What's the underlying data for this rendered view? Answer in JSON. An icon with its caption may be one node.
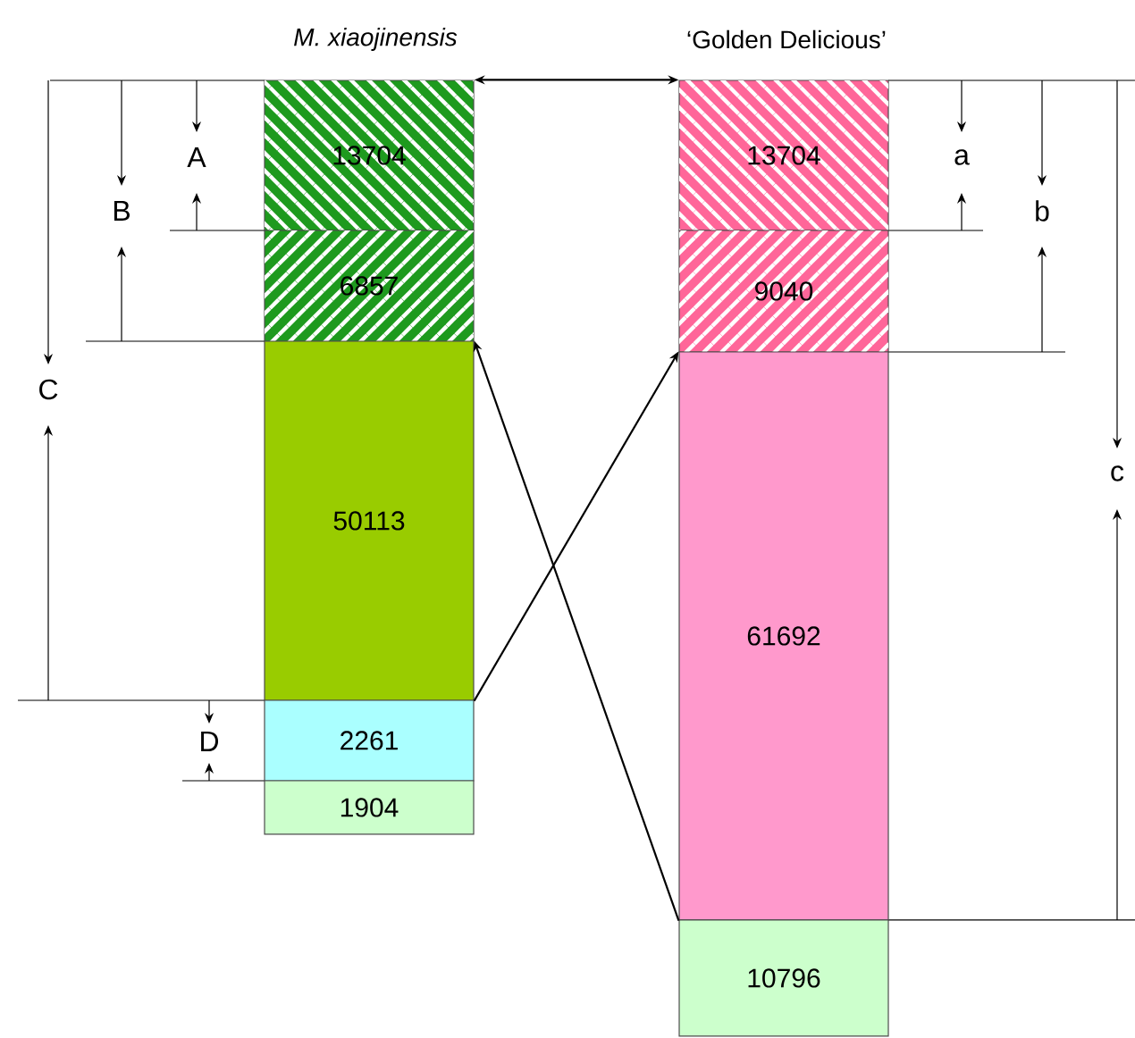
{
  "diagram": {
    "nodes": [
      {
        "text": [
          "13704"
        ]
      },
      {
        "text": [
          "6857"
        ]
      },
      {
        "text": [
          "50113"
        ]
      },
      {
        "text": [
          "2261"
        ]
      },
      {
        "text": [
          "1904"
        ]
      },
      {
        "text": [
          "13704"
        ]
      },
      {
        "text": [
          "9040"
        ]
      },
      {
        "text": [
          "61692"
        ]
      },
      {
        "text": [
          "10796"
        ]
      }
    ],
    "edges": [
      {
        "from": 0,
        "to": 5,
        "arrow": "both"
      },
      {
        "from": 2,
        "to": 7,
        "arrow": "to"
      },
      {
        "from": 7,
        "to": 2,
        "arrow": "to"
      }
    ],
    "labels": [
      "*M. xiaojinensis*",
      "‘Golden Delicious’",
      "A",
      "a",
      "B",
      "b",
      "C",
      "c",
      "D"
    ]
  }
}
